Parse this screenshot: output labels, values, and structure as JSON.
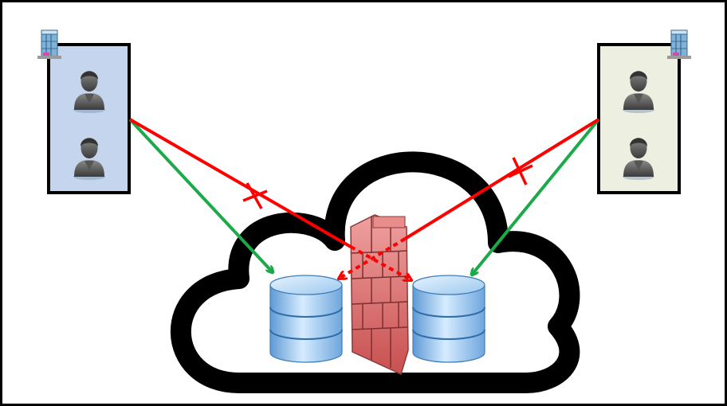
{
  "colors": {
    "frame": "#000000",
    "tenant_left_fill": "#c5d5ee",
    "tenant_right_fill": "#edf0e0",
    "allowed_arrow": "#1aaa4a",
    "blocked_arrow": "#ff0000",
    "database_fill": "#a8cdef",
    "firewall_brick": "#d76b6b"
  },
  "icons": {
    "building": "building-icon",
    "user": "user-icon",
    "database": "database-icon",
    "firewall": "firewall-icon",
    "cloud": "cloud-shape",
    "blocked_marker": "x-mark"
  },
  "tenants": [
    {
      "id": "left",
      "users": 2
    },
    {
      "id": "right",
      "users": 2
    }
  ]
}
